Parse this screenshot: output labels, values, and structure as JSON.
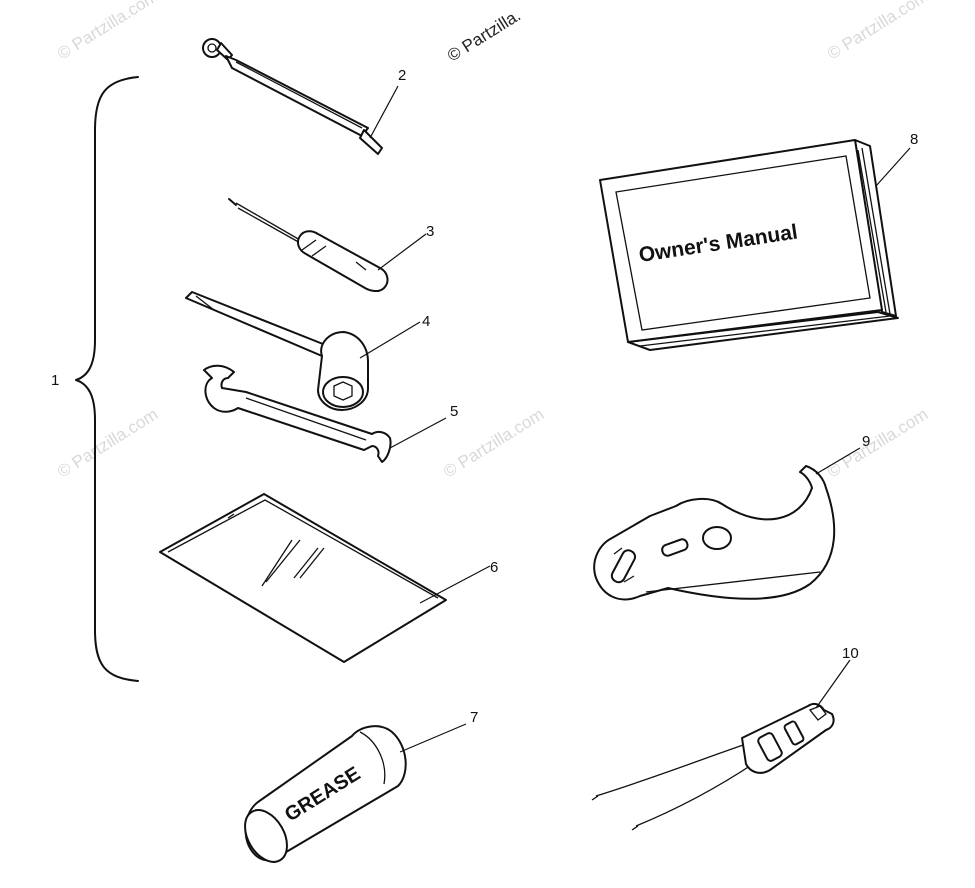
{
  "watermark": {
    "text": "© Partzilla.com",
    "dark_text": "© Partzilla."
  },
  "callouts": {
    "c1": "1",
    "c2": "2",
    "c3": "3",
    "c4": "4",
    "c5": "5",
    "c6": "6",
    "c7": "7",
    "c8": "8",
    "c9": "9",
    "c10": "10"
  },
  "parts": {
    "manual_label": "Owner's Manual",
    "grease_label": "GREASE"
  },
  "colors": {
    "line": "#111111",
    "watermark": "#d8d8d8",
    "background": "#ffffff"
  }
}
